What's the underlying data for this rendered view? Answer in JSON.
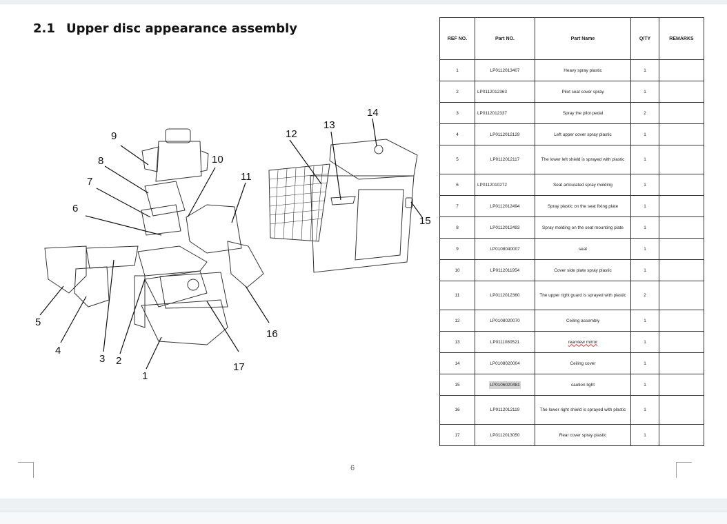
{
  "section": {
    "number": "2.1",
    "title": "Upper disc appearance assembly"
  },
  "table": {
    "headers": {
      "ref": "REF NO.",
      "part_no": "Part NO.",
      "name": "Part Name",
      "qty": "Q/TY",
      "remarks": "REMARKS"
    },
    "rows": [
      {
        "ref": "1",
        "part_no": "LP0112013407",
        "name": "Heavy spray plastic",
        "qty": "1"
      },
      {
        "ref": "2",
        "part_no": "LP0112012363",
        "name": "Pilot seat cover spray",
        "qty": "1"
      },
      {
        "ref": "3",
        "part_no": "LP0112012337",
        "name": "Spray the pilot pedal",
        "qty": "2"
      },
      {
        "ref": "4",
        "part_no": "LP0112012129",
        "name": "Left upper cover spray plastic",
        "qty": "1"
      },
      {
        "ref": "5",
        "part_no": "LP0112012117",
        "name": "The lower left shield is sprayed with plastic",
        "qty": "1"
      },
      {
        "ref": "6",
        "part_no": "LP0112010272",
        "name": "Seat articulated spray molding",
        "qty": "1"
      },
      {
        "ref": "7",
        "part_no": "LP0112012494",
        "name": "Spray plastic on the seat fixing plate",
        "qty": "1"
      },
      {
        "ref": "8",
        "part_no": "LP0112012493",
        "name": "Spray molding on the seat mounting plate",
        "qty": "1"
      },
      {
        "ref": "9",
        "part_no": "LP0108040007",
        "name": "seat",
        "qty": "1"
      },
      {
        "ref": "10",
        "part_no": "LP0112011954",
        "name": "Cover side plate spray plastic",
        "qty": "1"
      },
      {
        "ref": "11",
        "part_no": "LP0112012360",
        "name": "The upper right guard is sprayed with plastic",
        "qty": "2"
      },
      {
        "ref": "12",
        "part_no": "LP0108020070",
        "name": "Ceiling assembly",
        "qty": "1"
      },
      {
        "ref": "13",
        "part_no": "LP0111080521",
        "name": "rearview mirror",
        "qty": "1"
      },
      {
        "ref": "14",
        "part_no": "LP0108020004",
        "name": "Ceiling cover",
        "qty": "1"
      },
      {
        "ref": "15",
        "part_no": "LP0106020481",
        "name": "caution light",
        "qty": "1"
      },
      {
        "ref": "16",
        "part_no": "LP0112012119",
        "name": "The lower right shield is sprayed with plastic",
        "qty": "1"
      },
      {
        "ref": "17",
        "part_no": "LP0112013050",
        "name": "Rear cover spray plastic",
        "qty": "1"
      }
    ]
  },
  "callouts": [
    "1",
    "2",
    "3",
    "4",
    "5",
    "6",
    "7",
    "8",
    "9",
    "10",
    "11",
    "12",
    "13",
    "14",
    "15",
    "16",
    "17"
  ],
  "page_number": "6"
}
